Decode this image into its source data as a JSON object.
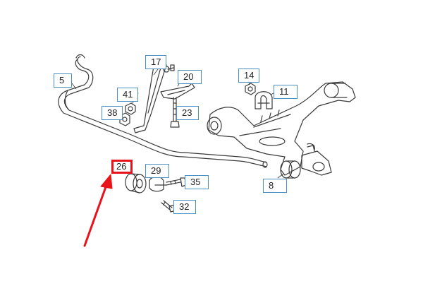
{
  "diagram": {
    "callouts": [
      {
        "id": "p5",
        "label": "5"
      },
      {
        "id": "p17",
        "label": "17"
      },
      {
        "id": "p20",
        "label": "20"
      },
      {
        "id": "p14",
        "label": "14"
      },
      {
        "id": "p11",
        "label": "11"
      },
      {
        "id": "p41",
        "label": "41"
      },
      {
        "id": "p38",
        "label": "38"
      },
      {
        "id": "p23",
        "label": "23"
      },
      {
        "id": "p26",
        "label": "26",
        "highlighted": true
      },
      {
        "id": "p29",
        "label": "29"
      },
      {
        "id": "p35",
        "label": "35"
      },
      {
        "id": "p8",
        "label": "8"
      },
      {
        "id": "p32",
        "label": "32"
      }
    ],
    "colors": {
      "line": "#3a3a3a",
      "callout_border": "#4a8fbf",
      "highlight": "#e8141b"
    }
  }
}
